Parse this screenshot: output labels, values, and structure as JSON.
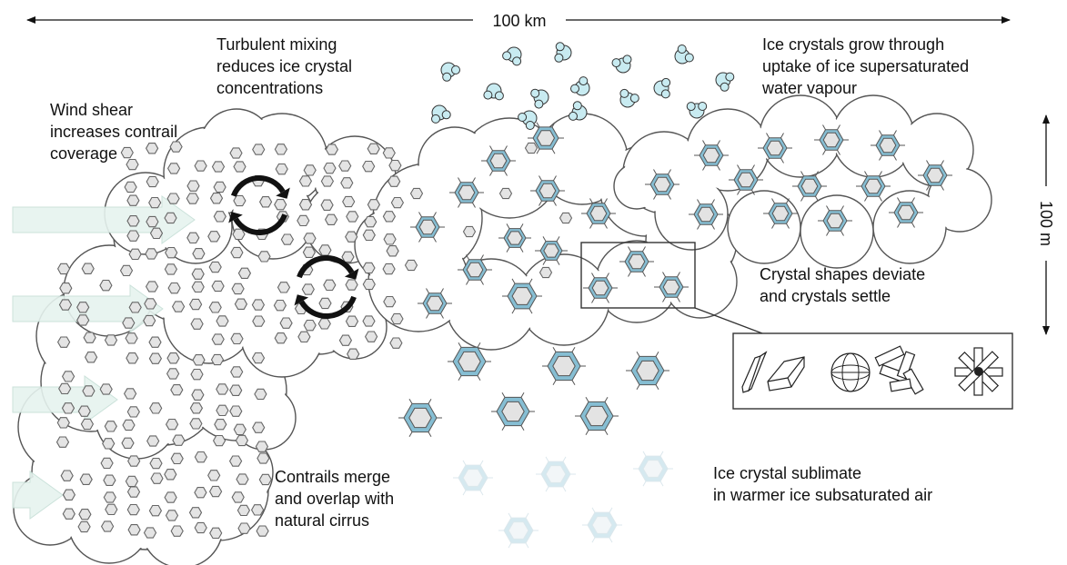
{
  "figure": {
    "scale_horizontal": "100 km",
    "scale_vertical": "100 m"
  },
  "labels": {
    "wind_shear": [
      "Wind shear",
      "increases contrail",
      "coverage"
    ],
    "turbulent_mixing": [
      "Turbulent mixing",
      "reduces ice crystal",
      "concentrations"
    ],
    "growth": [
      "Ice crystals grow through",
      "uptake of ice supersaturated",
      "water vapour"
    ],
    "shapes": [
      "Crystal shapes deviate",
      "and crystals settle"
    ],
    "merge": [
      "Contrails merge",
      "and overlap with",
      "natural cirrus"
    ],
    "sublimate": [
      "Ice crystal sublimate",
      "in warmer ice subsaturated air"
    ]
  },
  "colors": {
    "wind_arrow": "#e6f3ef",
    "wind_arrow_edge": "#c6dfd7",
    "vapour": "#c8ebf1",
    "crystal_rim": "#86bed3",
    "crystal_core": "#e3e3e3",
    "faded_rim": "#d5e9f0"
  },
  "icons": [
    "wind-arrow-icon",
    "rotation-arrows-icon",
    "water-vapour-molecule-icon",
    "ice-crystal-icon"
  ]
}
